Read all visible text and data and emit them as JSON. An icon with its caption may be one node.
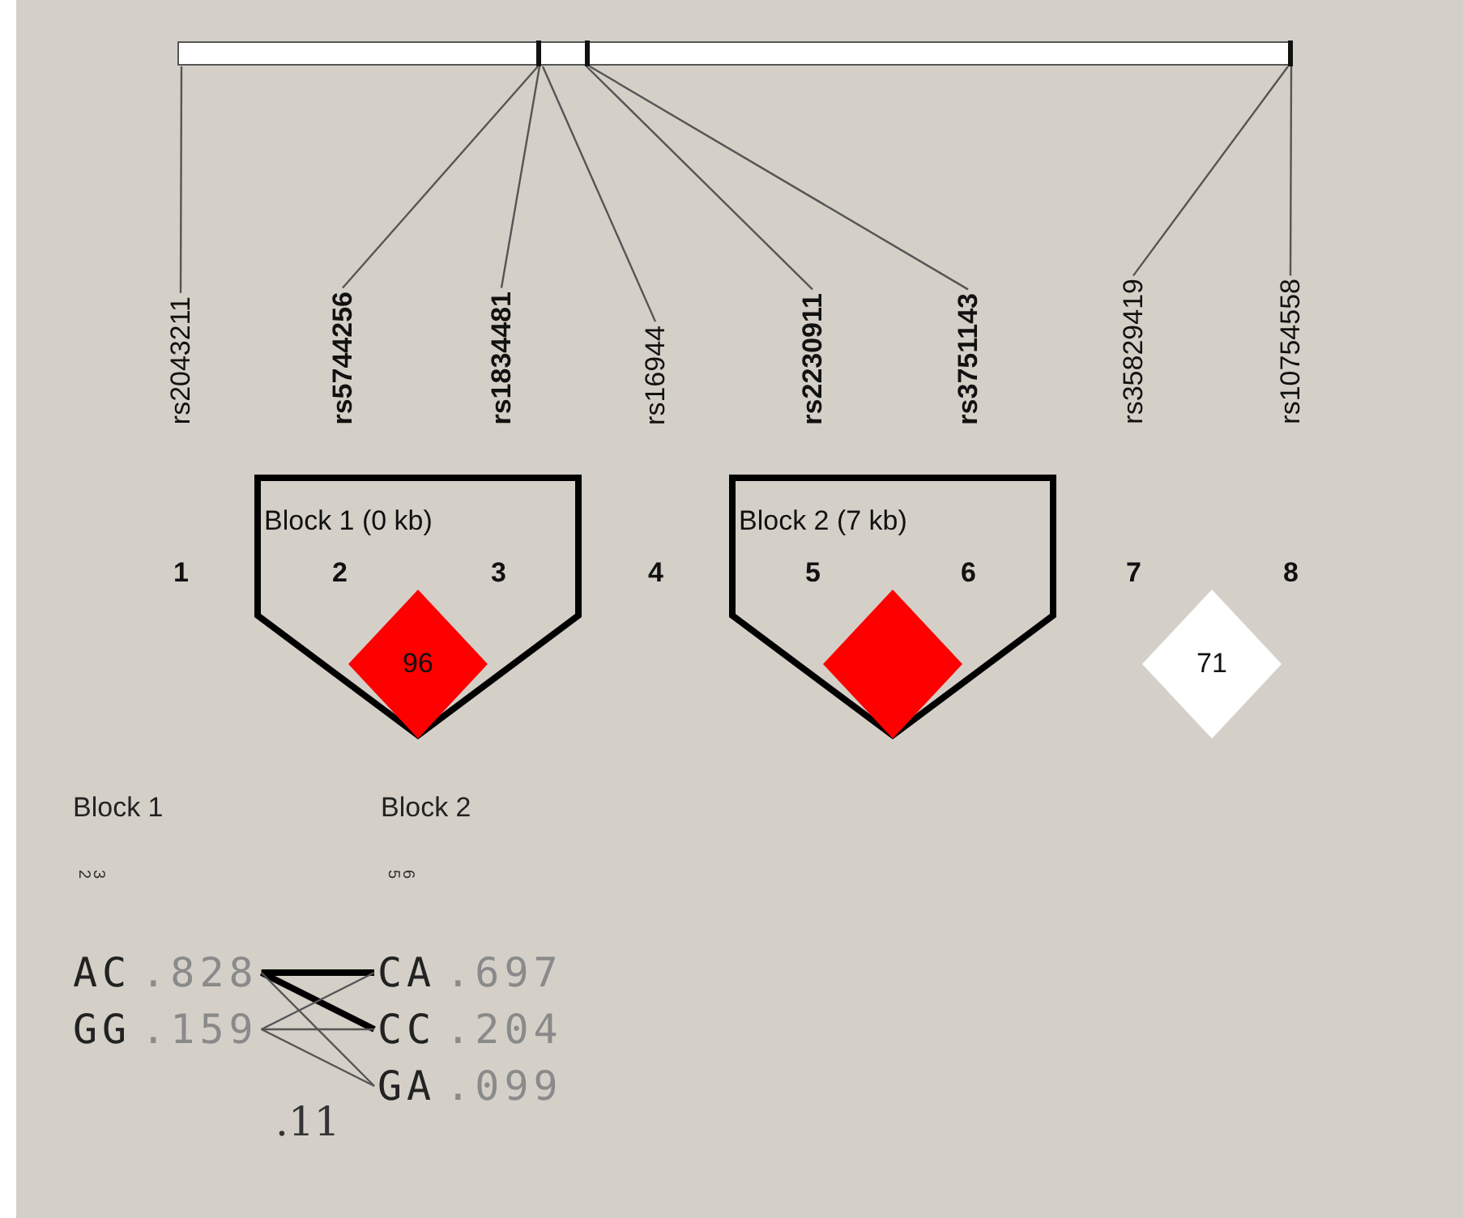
{
  "diagram": {
    "nodes": [
      {
        "text": [
          "rs2043211"
        ]
      },
      {
        "text": [
          "rs5744256"
        ]
      },
      {
        "text": [
          "rs1834481"
        ]
      },
      {
        "text": [
          "rs16944"
        ]
      },
      {
        "text": [
          "rs2230911"
        ]
      },
      {
        "text": [
          "rs3751143"
        ]
      },
      {
        "text": [
          "rs35829419"
        ]
      },
      {
        "text": [
          "rs10754558"
        ]
      },
      {
        "text": [
          "Block 1 (0 kb)"
        ]
      },
      {
        "text": [
          "96"
        ],
        "in": 8
      },
      {
        "text": [
          "Block 2 (7 kb)"
        ]
      },
      {
        "text": [],
        "shape": "diamond",
        "in": 10
      },
      {
        "text": [
          "71"
        ]
      },
      {
        "text": [
          "AC",
          ".828"
        ]
      },
      {
        "text": [
          "GG",
          ".159"
        ]
      },
      {
        "text": [
          "CA",
          ".697"
        ]
      },
      {
        "text": [
          "CC",
          ".204"
        ]
      },
      {
        "text": [
          "GA",
          ".099"
        ]
      },
      {
        "text": [],
        "shape": "bar"
      }
    ],
    "edges": [
      {
        "from": 0,
        "to": 18,
        "arrow": "none"
      },
      {
        "from": 1,
        "to": 18,
        "arrow": "none"
      },
      {
        "from": 2,
        "to": 18,
        "arrow": "none"
      },
      {
        "from": 3,
        "to": 18,
        "arrow": "none"
      },
      {
        "from": 4,
        "to": 18,
        "arrow": "none"
      },
      {
        "from": 5,
        "to": 18,
        "arrow": "none"
      },
      {
        "from": 6,
        "to": 18,
        "arrow": "none"
      },
      {
        "from": 7,
        "to": 18,
        "arrow": "none"
      },
      {
        "from": 13,
        "to": 15,
        "arrow": "none",
        "style": "thick",
        "color": "#000000"
      },
      {
        "from": 13,
        "to": 16,
        "arrow": "none",
        "style": "thick",
        "color": "#000000"
      },
      {
        "from": 13,
        "to": 17,
        "arrow": "none"
      },
      {
        "from": 14,
        "to": 15,
        "arrow": "none"
      },
      {
        "from": 14,
        "to": 16,
        "arrow": "none"
      },
      {
        "from": 14,
        "to": 17,
        "arrow": "none"
      }
    ],
    "labels": [
      "1",
      "2",
      "3",
      "4",
      "5",
      "6",
      "7",
      "8",
      "Block 1",
      "Block 2",
      "2",
      "3",
      "5",
      "6",
      ".11"
    ]
  }
}
